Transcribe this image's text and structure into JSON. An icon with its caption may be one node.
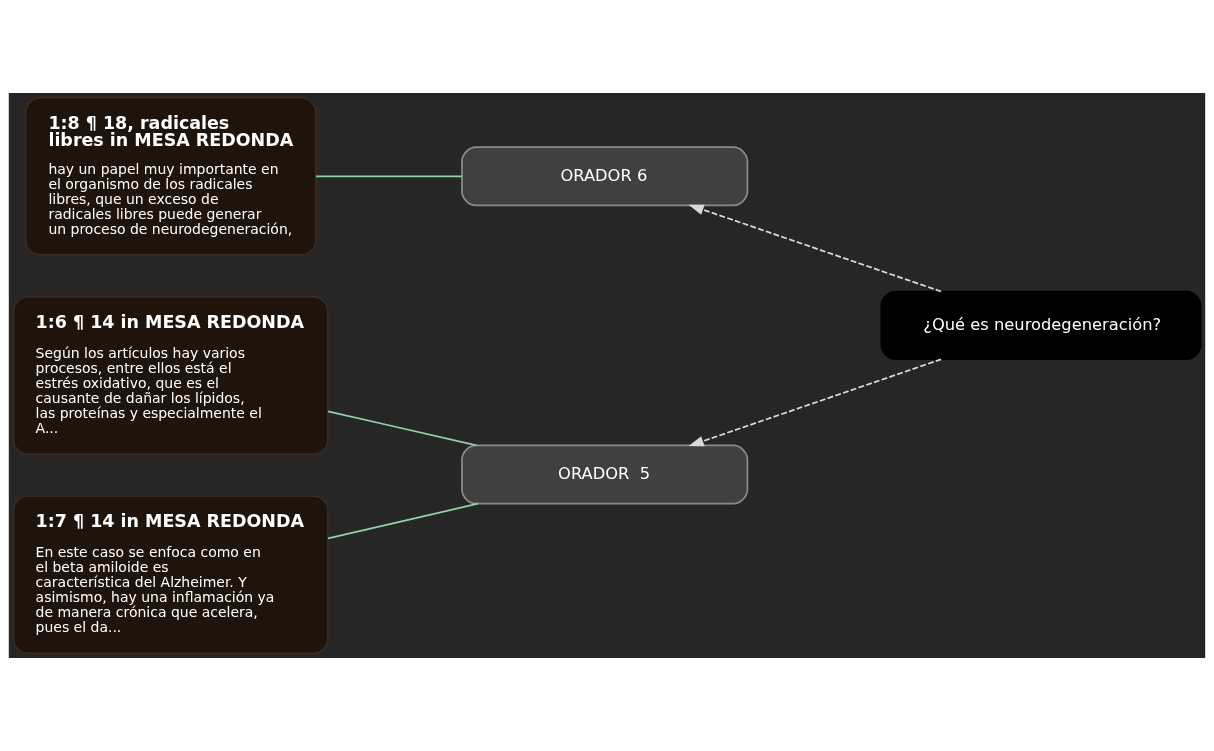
{
  "diagram": {
    "nodes": [
      {
        "text": [
          "1:8 ¶ 18, radicales libres in MESA REDONDA",
          "hay un papel muy importante en el organismo de los radicales libres, que un exceso de radicales libres puede generar un proceso de neurodegeneración,"
        ]
      },
      {
        "text": [
          "1:6 ¶ 14 in MESA REDONDA",
          "Según los artículos hay varios procesos, entre ellos está el estrés oxidativo, que es el causante de dañar los lípidos, las proteínas y especialmente el A..."
        ]
      },
      {
        "text": [
          "1:7 ¶ 14 in MESA REDONDA",
          "En este caso se enfoca como en el beta amiloide es característica del Alzheimer. Y asimismo, hay una inflamación ya de manera crónica que acelera, pues el da..."
        ]
      },
      {
        "text": [
          "ORADOR 6"
        ]
      },
      {
        "text": [
          "ORADOR  5"
        ]
      },
      {
        "text": [
          "¿Qué es neurodegeneración?"
        ]
      }
    ],
    "edges": [
      {
        "from": 0,
        "to": 3,
        "arrow": "none"
      },
      {
        "from": 1,
        "to": 4,
        "arrow": "none"
      },
      {
        "from": 2,
        "to": 4,
        "arrow": "none"
      },
      {
        "from": 5,
        "to": 3,
        "arrow": "to",
        "style": "dashed",
        "color": "#d9d9d9"
      },
      {
        "from": 5,
        "to": 4,
        "arrow": "to",
        "style": "dashed",
        "color": "#d9d9d9"
      }
    ]
  }
}
